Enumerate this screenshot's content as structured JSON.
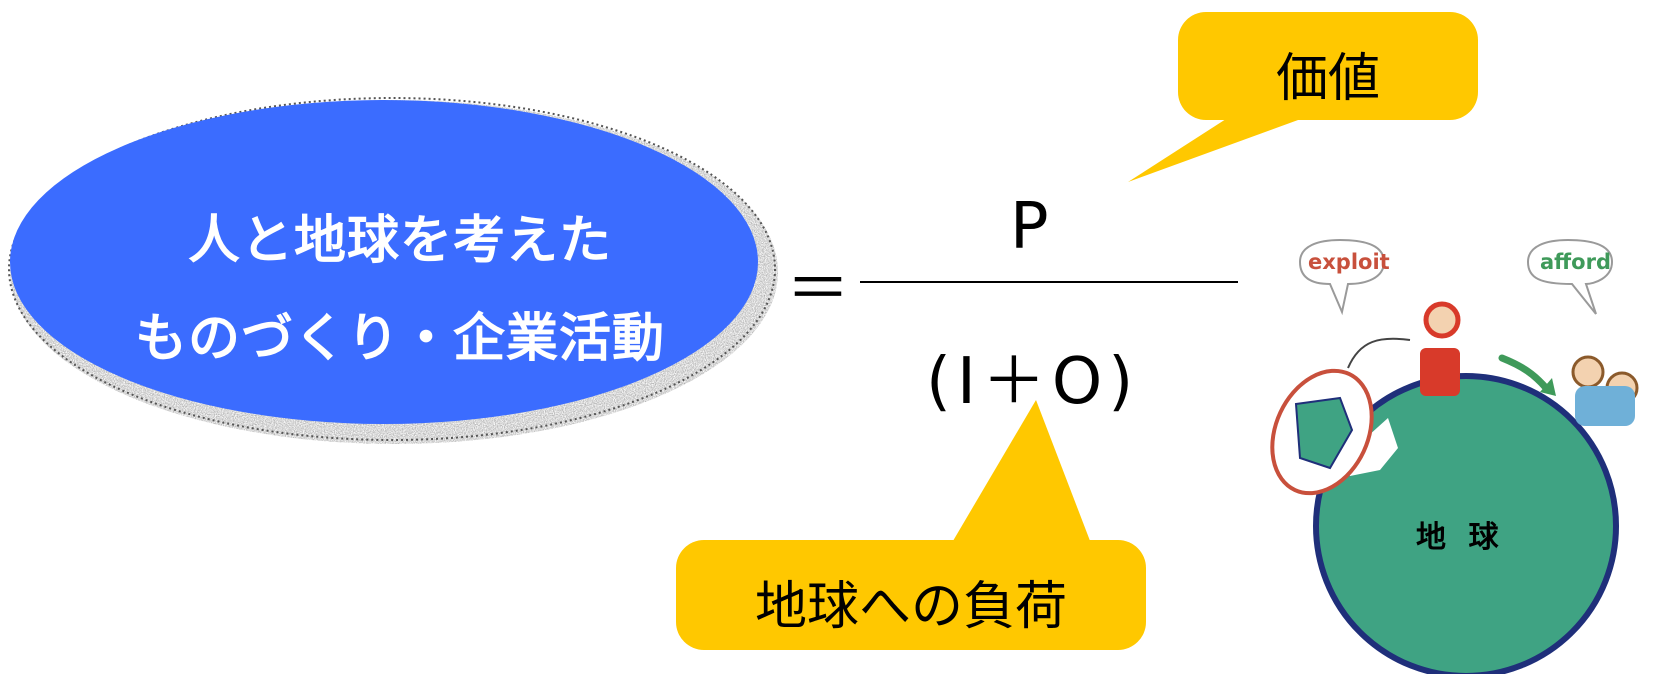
{
  "ellipse": {
    "line1": "人と地球を考えた",
    "line2": "ものづくり・企業活動",
    "color": "#3b6cff"
  },
  "formula": {
    "equals": "＝",
    "numerator": "P",
    "denominator": "(I＋O)"
  },
  "callouts": {
    "value": "価値",
    "load": "地球への負荷",
    "color": "#ffc800"
  },
  "illustration": {
    "earth_label": "地 球",
    "bubble_left": "exploit",
    "bubble_right": "afford",
    "earth_color": "#3fa383",
    "exploit_color": "#c8503c",
    "afford_color": "#3f9a5a"
  }
}
